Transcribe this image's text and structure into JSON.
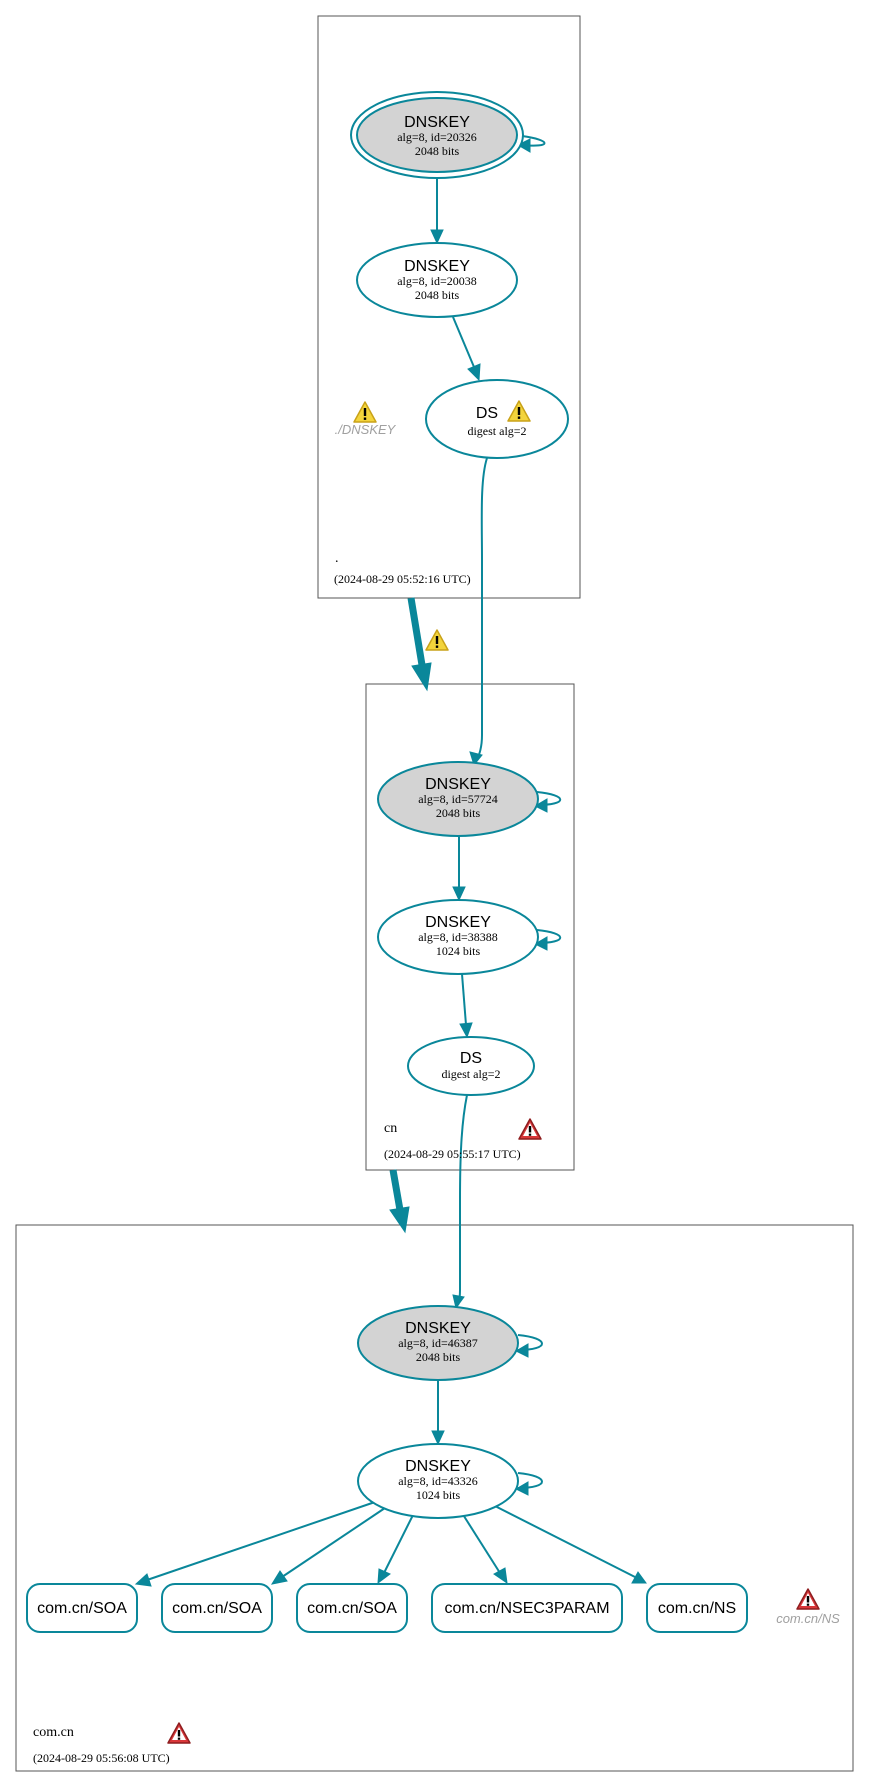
{
  "zones": {
    "root": {
      "name": ".",
      "timestamp": "(2024-08-29 05:52:16 UTC)"
    },
    "cn": {
      "name": "cn",
      "timestamp": "(2024-08-29 05:55:17 UTC)"
    },
    "comcn": {
      "name": "com.cn",
      "timestamp": "(2024-08-29 05:56:08 UTC)"
    }
  },
  "nodes": {
    "root_ksk": {
      "title": "DNSKEY",
      "line1": "alg=8, id=20326",
      "line2": "2048 bits"
    },
    "root_zsk": {
      "title": "DNSKEY",
      "line1": "alg=8, id=20038",
      "line2": "2048 bits"
    },
    "root_ds": {
      "title": "DS",
      "line1": "digest alg=2"
    },
    "root_ghost": {
      "label": "./DNSKEY"
    },
    "cn_ksk": {
      "title": "DNSKEY",
      "line1": "alg=8, id=57724",
      "line2": "2048 bits"
    },
    "cn_zsk": {
      "title": "DNSKEY",
      "line1": "alg=8, id=38388",
      "line2": "1024 bits"
    },
    "cn_ds": {
      "title": "DS",
      "line1": "digest alg=2"
    },
    "comcn_ksk": {
      "title": "DNSKEY",
      "line1": "alg=8, id=46387",
      "line2": "2048 bits"
    },
    "comcn_zsk": {
      "title": "DNSKEY",
      "line1": "alg=8, id=43326",
      "line2": "1024 bits"
    },
    "comcn_ghost": {
      "label": "com.cn/NS"
    }
  },
  "rrsets": [
    {
      "label": "com.cn/SOA"
    },
    {
      "label": "com.cn/SOA"
    },
    {
      "label": "com.cn/SOA"
    },
    {
      "label": "com.cn/NSEC3PARAM"
    },
    {
      "label": "com.cn/NS"
    }
  ],
  "colors": {
    "edge": "#0a879a",
    "ksk_fill": "#d3d3d3",
    "warning_fill": "#f3d43b",
    "error_fill": "#d9373a"
  }
}
